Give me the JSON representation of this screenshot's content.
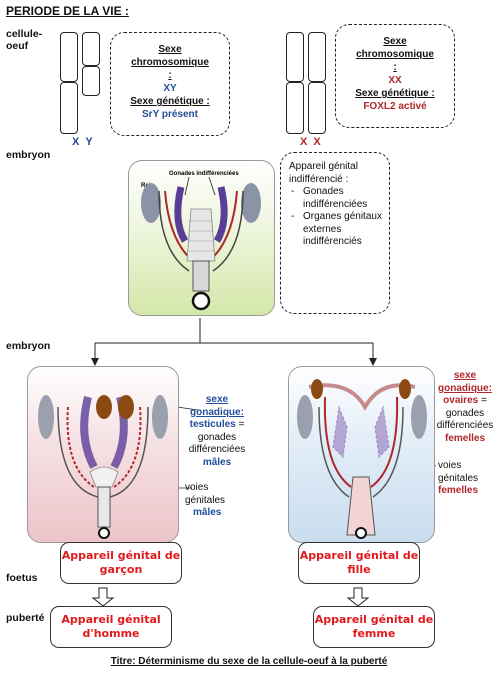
{
  "header": "PERIODE DE LA VIE :",
  "stages": {
    "cellule_line1": "cellule-",
    "cellule_line2": "oeuf",
    "embryon1": "embryon",
    "embryon2": "embryon",
    "foetus": "foetus",
    "puberte": "puberté"
  },
  "male_cell": {
    "label_x": "X",
    "label_y": "Y",
    "chromo_title": "Sexe chromosomique :",
    "chromo_value": "XY",
    "gene_title": "Sexe génétique :",
    "gene_value": "SrY présent"
  },
  "female_cell": {
    "label_x1": "X",
    "label_x2": "X",
    "chromo_title": "Sexe chromosomique :",
    "chromo_value": "XX",
    "gene_title": "Sexe génétique :",
    "gene_value": "FOXL2 activé"
  },
  "embryo": {
    "fig_label_gonades": "Gonades indifférenciées",
    "fig_label_rein": "Rein",
    "desc_title": "Appareil génital indifférencié :",
    "desc_items": [
      "Gonades indifférenciées",
      "Organes génitaux externes indifférenciés"
    ]
  },
  "male_fetus": {
    "sexe": "sexe",
    "gonadique": "gonadique:",
    "testicules": "testicules",
    "eq": "=",
    "gonades": "gonades",
    "differenciees": "différenciées",
    "males": "mâles",
    "voies": "voies",
    "genitales": "génitales",
    "males2": "mâles",
    "box_line1": "Appareil génital de",
    "box_line2": "garçon",
    "puberty_line1": "Appareil génital",
    "puberty_line2": "d'homme"
  },
  "female_fetus": {
    "sexe": "sexe",
    "gonadique": "gonadique:",
    "ovaires": "ovaires",
    "eq": "=",
    "gonades": "gonades",
    "differenciees": "différenciées",
    "femelles": "femelles",
    "voies": "voies",
    "genitales": "génitales",
    "femelles2": "femelles",
    "box_line1": "Appareil génital de",
    "box_line2": "fille",
    "puberty_line1": "Appareil génital de",
    "puberty_line2": "femme"
  },
  "title": "Titre: Déterminisme du sexe de la cellule-oeuf à la puberté",
  "colors": {
    "blue": "#1f4e9a",
    "red": "#b0272a",
    "bright_red": "#e0191c",
    "green_bg": "#d7e8b4",
    "pink_bg": "#f0cfd3",
    "lightblue_bg": "#d6e5f2"
  }
}
